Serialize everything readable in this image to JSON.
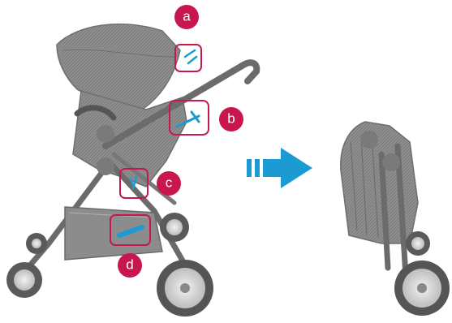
{
  "steps": {
    "a": {
      "label": "a"
    },
    "b": {
      "label": "b"
    },
    "c": {
      "label": "c"
    },
    "d": {
      "label": "d"
    }
  },
  "colors": {
    "accent": "#c8174f",
    "arrow": "#1c9bd3",
    "frame": "#6b6b6b",
    "fabric": "#8e8e8e",
    "tire": "#5a5a5a"
  },
  "icons": {
    "transition": "double-bar-right-arrow-icon"
  }
}
